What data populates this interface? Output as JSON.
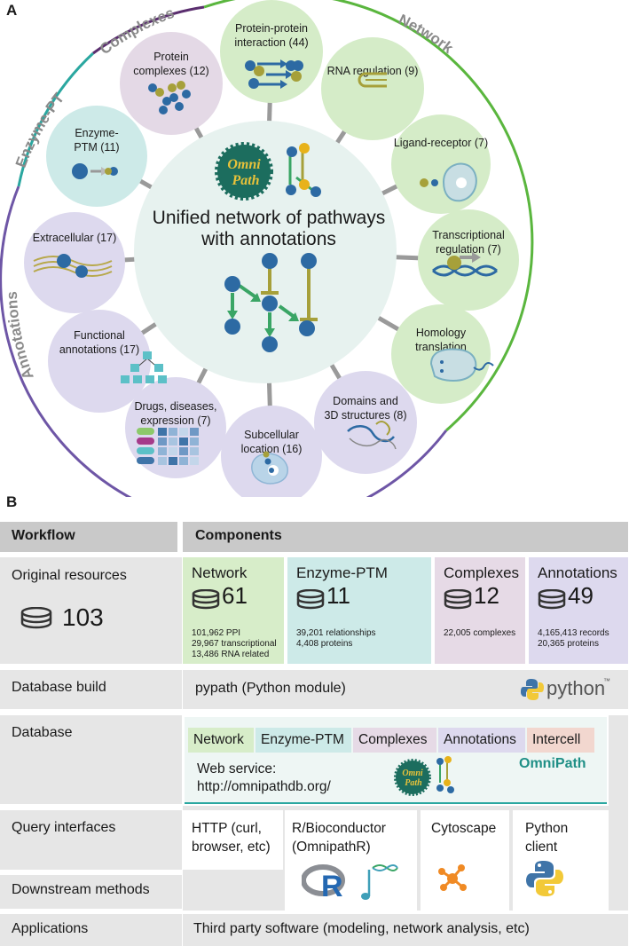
{
  "panels": {
    "a": "A",
    "b": "B"
  },
  "partA": {
    "center_title_line1": "Unified network of pathways",
    "center_title_line2": "with annotations",
    "omnipath_badge": [
      "Omni",
      "Path"
    ],
    "arc_labels": {
      "complexes": "Complexes",
      "network": "Network",
      "enzyme_ptm": "Enzyme-PTM",
      "annotations": "Annotations"
    },
    "nodes": [
      {
        "id": "ppi",
        "lines": [
          "Protein-protein",
          "interaction (44)"
        ],
        "color": "#d5ecc8"
      },
      {
        "id": "rna",
        "lines": [
          "RNA regulation (9)"
        ],
        "color": "#d5ecc8"
      },
      {
        "id": "ligand",
        "lines": [
          "Ligand-receptor (7)"
        ],
        "color": "#d5ecc8"
      },
      {
        "id": "transcriptional",
        "lines": [
          "Transcriptional",
          "regulation (7)"
        ],
        "color": "#d5ecc8"
      },
      {
        "id": "homology",
        "lines": [
          "Homology",
          "translation"
        ],
        "color": "#d5ecc8"
      },
      {
        "id": "domains",
        "lines": [
          "Domains and",
          "3D structures (8)"
        ],
        "color": "#ddd9ee"
      },
      {
        "id": "subcellular",
        "lines": [
          "Subcellular",
          "location (16)"
        ],
        "color": "#ddd9ee"
      },
      {
        "id": "drugs",
        "lines": [
          "Drugs, diseases,",
          "expression (7)"
        ],
        "color": "#ddd9ee"
      },
      {
        "id": "functional",
        "lines": [
          "Functional",
          "annotations (17)"
        ],
        "color": "#ddd9ee"
      },
      {
        "id": "extracellular",
        "lines": [
          "Extracellular (17)"
        ],
        "color": "#ddd9ee"
      },
      {
        "id": "enzyme",
        "lines": [
          "Enzyme-",
          "PTM (11)"
        ],
        "color": "#cdeae8"
      },
      {
        "id": "complexes",
        "lines": [
          "Protein",
          "complexes (12)"
        ],
        "color": "#e4d9e6"
      }
    ],
    "colors": {
      "network": "#5ab63e",
      "complexes": "#5a2e6e",
      "enzyme": "#2aa7a0",
      "annotations": "#6e56a6",
      "node_blue": "#2d6aa3",
      "node_green": "#3aa565",
      "inhibit": "#a6a03a",
      "center_bg": "#e7f2ef"
    }
  },
  "partB": {
    "header": {
      "workflow": "Workflow",
      "components": "Components"
    },
    "rows": {
      "original": "Original resources",
      "build": "Database build",
      "database": "Database",
      "query": "Query interfaces",
      "downstream": "Downstream methods",
      "applications": "Applications"
    },
    "total_resources": "103",
    "components": [
      {
        "id": "network",
        "title": "Network",
        "count": "61",
        "stats": [
          "101,962 PPI",
          "29,967 transcriptional",
          "13,486 RNA related"
        ],
        "color": "#d7edc9"
      },
      {
        "id": "enzyme",
        "title": "Enzyme-PTM",
        "count": "11",
        "stats": [
          "39,201 relationships",
          "4,408 proteins"
        ],
        "color": "#cdeae8"
      },
      {
        "id": "complexes",
        "title": "Complexes",
        "count": "12",
        "stats": [
          "22,005 complexes"
        ],
        "color": "#e6dae6"
      },
      {
        "id": "annotations",
        "title": "Annotations",
        "count": "49",
        "stats": [
          "4,165,413 records",
          "20,365 proteins"
        ],
        "color": "#ddd9ee"
      }
    ],
    "build_text": "pypath (Python module)",
    "python_logo_text": "python",
    "python_tm": "™",
    "database_tags": [
      {
        "label": "Network",
        "color": "#d7edc9"
      },
      {
        "label": "Enzyme-PTM",
        "color": "#cdeae8"
      },
      {
        "label": "Complexes",
        "color": "#e6dae6"
      },
      {
        "label": "Annotations",
        "color": "#ddd9ee"
      },
      {
        "label": "Intercell",
        "color": "#f2d7cf"
      }
    ],
    "web_service_line1": "Web service:",
    "web_service_line2": "http://omnipathdb.org/",
    "omnipath_label": "OmniPath",
    "query": [
      {
        "id": "http",
        "lines": [
          "HTTP (curl,",
          "browser, etc)"
        ]
      },
      {
        "id": "r",
        "lines": [
          "R/Bioconductor",
          "(OmnipathR)"
        ]
      },
      {
        "id": "cytoscape",
        "lines": [
          "Cytoscape"
        ]
      },
      {
        "id": "python",
        "lines": [
          "Python",
          "client"
        ]
      }
    ],
    "r_logo_letter": "R",
    "applications_text": "Third party software (modeling, network analysis, etc)"
  }
}
